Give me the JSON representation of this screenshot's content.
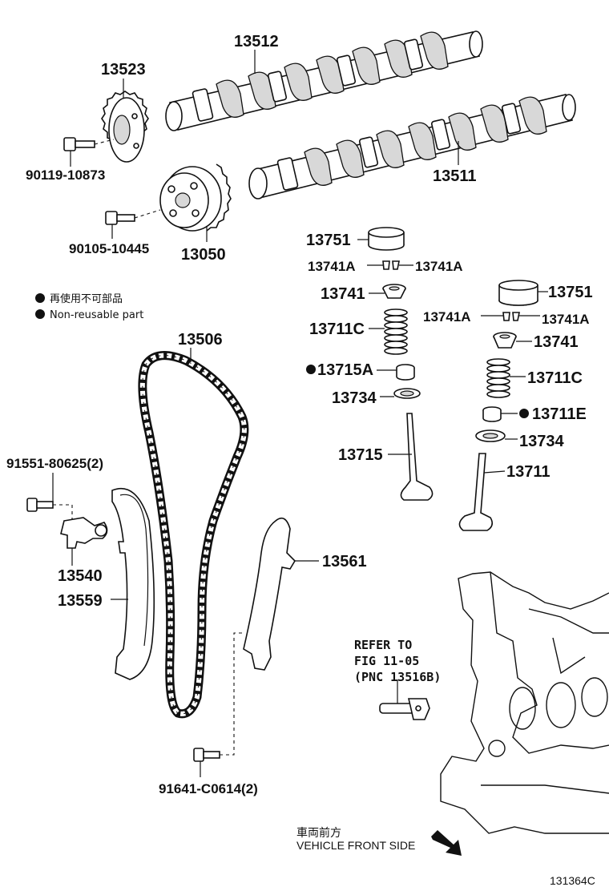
{
  "labels": {
    "p13512": "13512",
    "p13523": "13523",
    "p90119": "90119-10873",
    "p13511": "13511",
    "p90105": "90105-10445",
    "p13050": "13050",
    "p13751a": "13751",
    "p13741a_l": "13741A",
    "p13741a_r": "13741A",
    "p13741a": "13741",
    "p13711ca": "13711C",
    "p13715a": "13715A",
    "p13734a": "13734",
    "p13715": "13715",
    "p13751b": "13751",
    "p13741b_l": "13741A",
    "p13741b_r": "13741A",
    "p13741b": "13741",
    "p13711cb": "13711C",
    "p13711e": "13711E",
    "p13734b": "13734",
    "p13711": "13711",
    "p13506": "13506",
    "p91551": "91551-80625(2)",
    "p13540": "13540",
    "p13559": "13559",
    "p13561": "13561",
    "p91641": "91641-C0614(2)"
  },
  "legend": {
    "jp": "再使用不可部品",
    "en": "Non-reusable part"
  },
  "refer": {
    "line1": "REFER TO",
    "line2": "FIG 11-05",
    "line3": "(PNC 13516B)"
  },
  "direction": {
    "jp": "車両前方",
    "en": "VEHICLE FRONT SIDE"
  },
  "figure_code": "131364C"
}
